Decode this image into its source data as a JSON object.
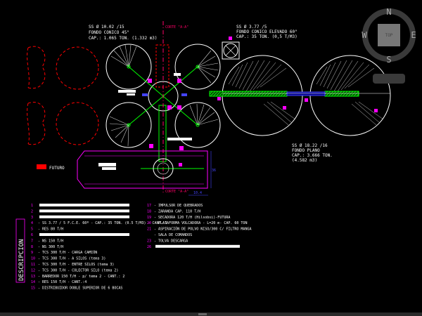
{
  "silos": {
    "conical": {
      "line1": "SS Ø 10.02 /15",
      "line2": "FONDO CONICO 45°",
      "line3": "CAP.: 1.065 TON. (1.332 m3)"
    },
    "elevated": {
      "line1": "SS Ø 3.77 /5",
      "line2": "FONDO CONICO ELEVADO 60°",
      "line3": "CAP.: 35 TON. (0,5 T/M3)"
    },
    "flat": {
      "line1": "SS Ø 18.22 /16",
      "line2": "FONDO PLANO",
      "line3": "CAP.: 3.666 TON.",
      "line4": "(4.582 m3)"
    }
  },
  "section_labels": {
    "top": "CORTE \"A-A\"",
    "bottom": "CORTE \"A-A\""
  },
  "legend": {
    "future": "FUTURO",
    "future_color": "#ff0000"
  },
  "description_title": "DESCRIPCION",
  "description_left": [
    {
      "num": "1",
      "text": ""
    },
    {
      "num": "2",
      "text": ""
    },
    {
      "num": "3",
      "text": ""
    },
    {
      "num": "4",
      "text": "- SS 3.77 / 5 F.C.E. 60º - CAP.: 35 TON. (0.5 T/M3) - CANT.:1"
    },
    {
      "num": "5",
      "text": "- RES 80 T/H"
    },
    {
      "num": "6",
      "text": ""
    },
    {
      "num": "7",
      "text": "- NS 150 T/H"
    },
    {
      "num": "8",
      "text": "- NS 300 T/H"
    },
    {
      "num": "9",
      "text": "- TCS 300 T/H - CARGA CAMIÓN"
    },
    {
      "num": "10",
      "text": "- TCS 300 T/H - A SILOS (tema 3)"
    },
    {
      "num": "11",
      "text": "- TCS 300 T/H - ENTRE SILOS (tema 3)"
    },
    {
      "num": "12",
      "text": "- TCS 300 T/H - COLECTOR SILO (tema 2)"
    },
    {
      "num": "13",
      "text": "- BARREDOR 150 T/H - p/ tema 2 - CANT.: 2"
    },
    {
      "num": "14",
      "text": "- RES 150 T/H - CANT.:4"
    },
    {
      "num": "15",
      "text": "- DISTRIBUIDOR DOBLE SUPERIOR DE 6 BOCAS"
    }
  ],
  "description_right": [
    {
      "num": "17",
      "text": "- IMPULSOR DE QUEBRADOS"
    },
    {
      "num": "18",
      "text": "- ZARANDA CAP. 110 T/H"
    },
    {
      "num": "19",
      "text": "- SECADORA 120 T/H (Hilsobsi)-FUTURA"
    },
    {
      "num": "20",
      "text": "- PLATAFORMA VOLCADORA - L=20 m- CAP. 60 TON"
    },
    {
      "num": "21",
      "text": "- ASPIRACIÓN DE POLVO NISO/300 C/ FILTRO MANGA"
    },
    {
      "num": "",
      "text": "- SALA DE COMANDOS"
    },
    {
      "num": "23",
      "text": "- TOLVA DESCARGA"
    },
    {
      "num": "26",
      "text": ""
    }
  ],
  "viewcube": {
    "face": "TOP",
    "north": "N",
    "south": "S",
    "east": "E",
    "west": "W"
  },
  "dimensions": {
    "plat_height": "36",
    "plat_small": "10.4"
  },
  "colors": {
    "background": "#000000",
    "line": "#ffffff",
    "future": "#ff0000",
    "platform": "#ff00ff",
    "conveyor": "#00ff00",
    "section": "#ff0066",
    "annotation": "#4444ff"
  }
}
